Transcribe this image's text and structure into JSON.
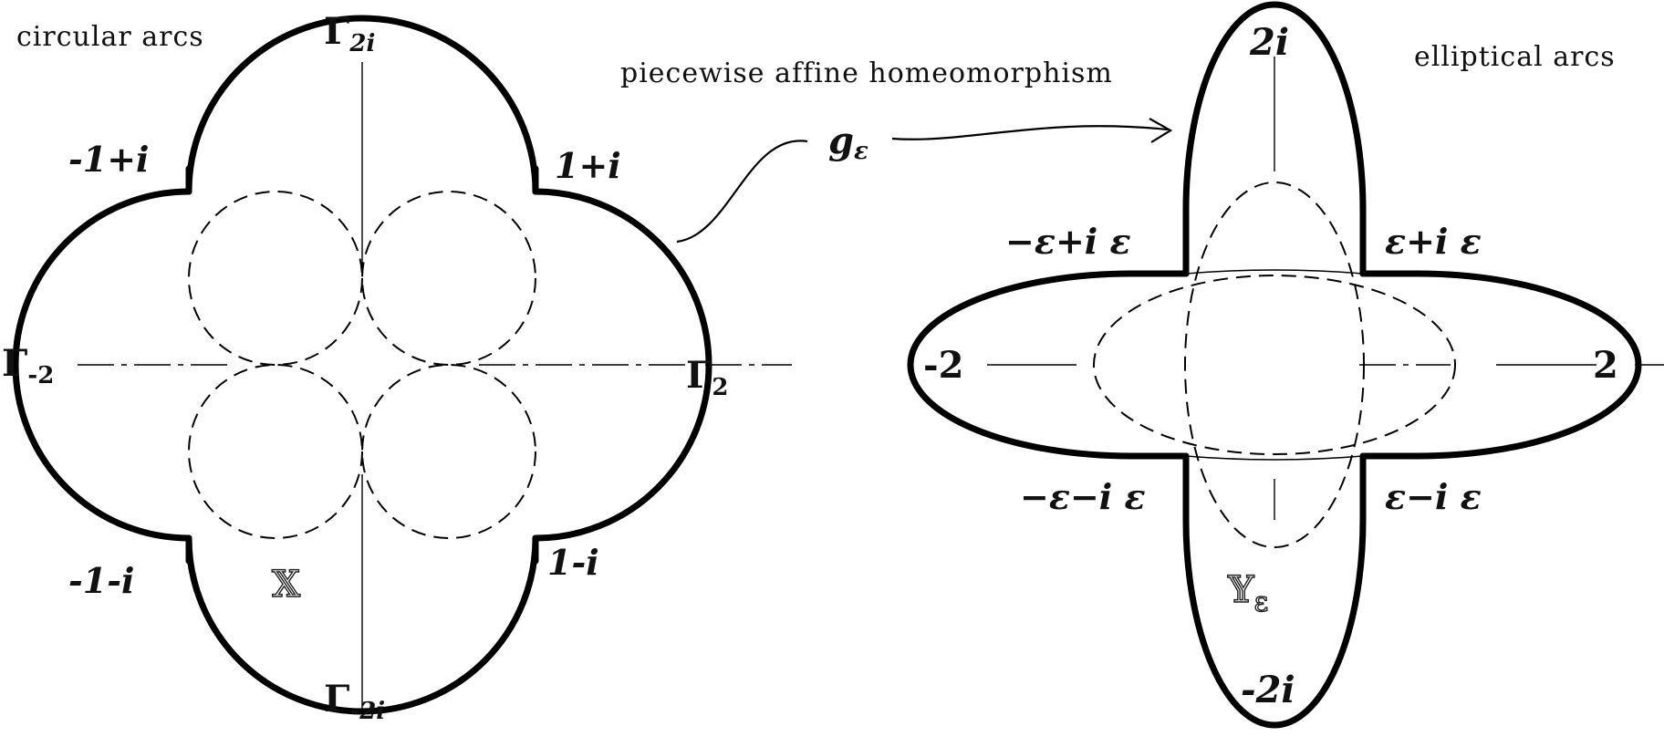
{
  "captions": {
    "circular": "circular arcs",
    "elliptical": "elliptical arcs",
    "mapping": "piecewise affine homeomorphism"
  },
  "map_symbol": {
    "base": "g",
    "sub": "ε"
  },
  "left_figure": {
    "region_label": "𝕏",
    "gamma_top": {
      "base": "Γ",
      "sub": "2i"
    },
    "gamma_bottom": {
      "base": "Γ",
      "sub": "-2i"
    },
    "gamma_left": {
      "base": "Γ",
      "sub": "-2"
    },
    "gamma_right": {
      "base": "Γ",
      "sub": "2"
    },
    "corner_tl": "-1+i",
    "corner_tr": "1+i",
    "corner_bl": "-1-i",
    "corner_br": "1-i"
  },
  "right_figure": {
    "region_label": {
      "base": "𝕐",
      "sub": "ε"
    },
    "top": "2i",
    "bottom": "-2i",
    "left": "-2",
    "right": "2",
    "corner_tl": "−ε+i ε",
    "corner_tr": "ε+i ε",
    "corner_bl": "−ε−i ε",
    "corner_br": "ε−i ε"
  }
}
